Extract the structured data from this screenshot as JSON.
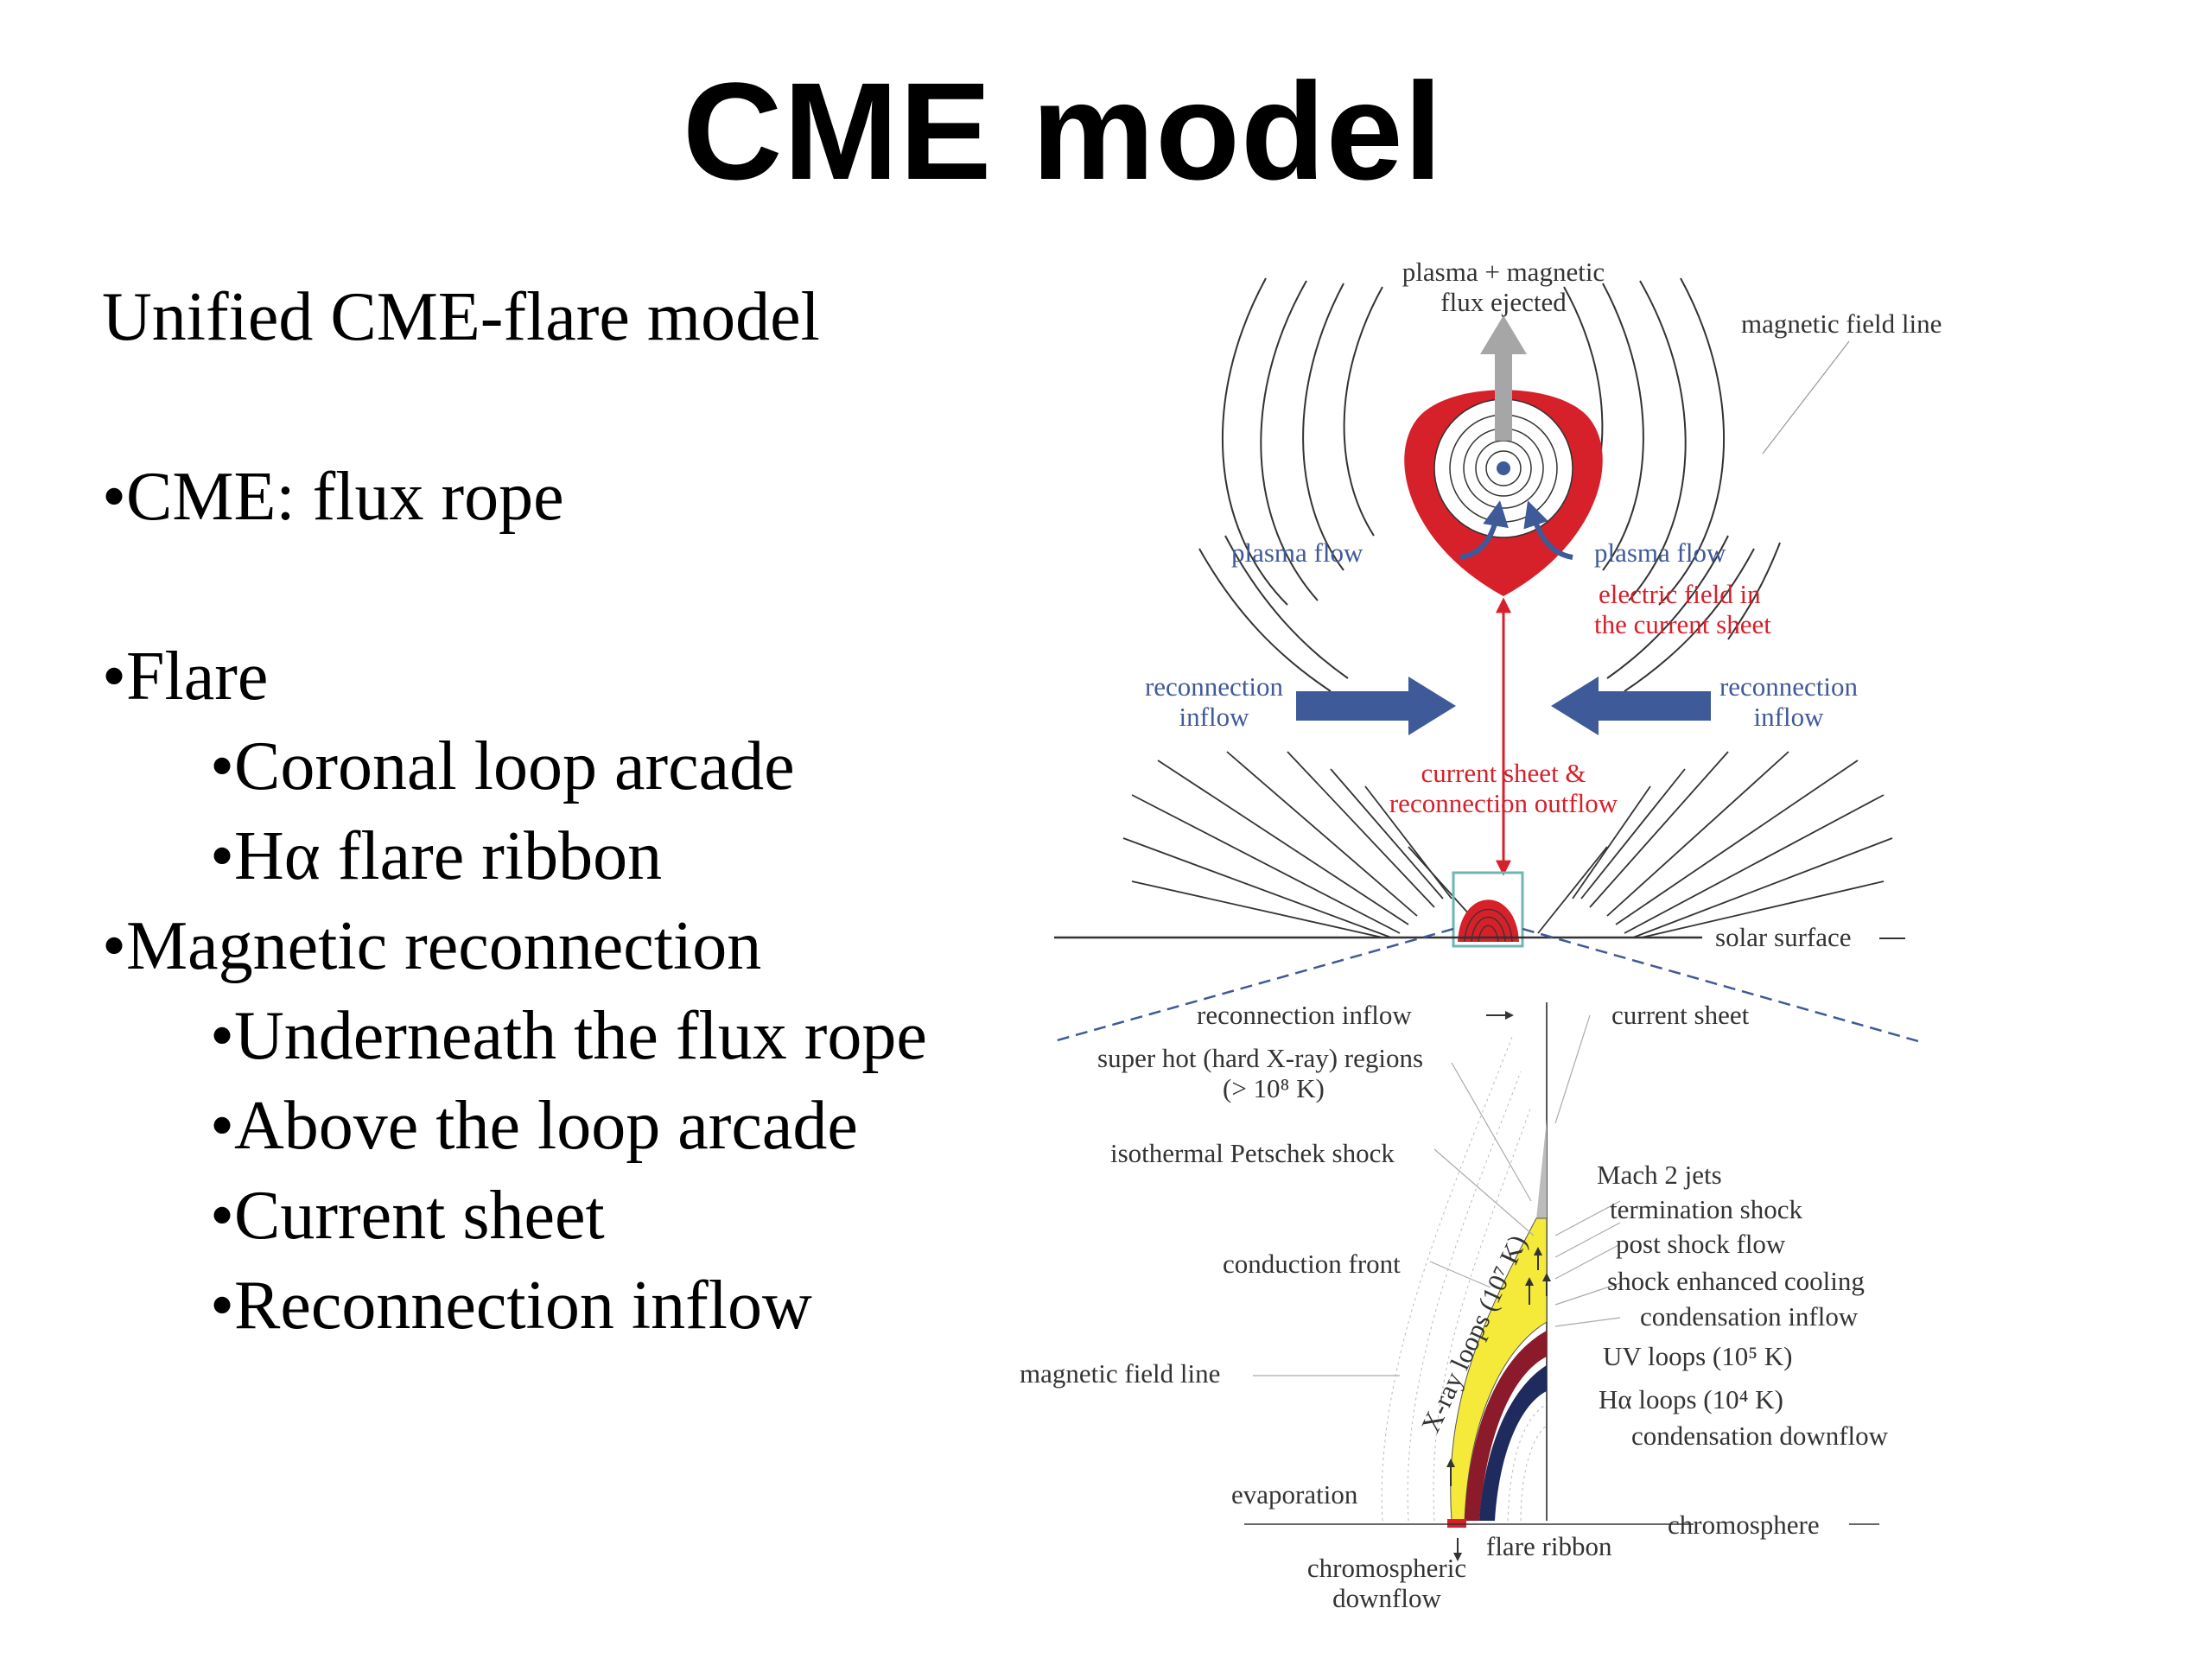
{
  "slide": {
    "title": "CME model",
    "bullets": [
      {
        "text": "Unified CME-flare model",
        "level": 0
      },
      {
        "text": "•CME: flux rope",
        "level": 0,
        "gap_before": true
      },
      {
        "text": "•Flare",
        "level": 0,
        "gap_before": true
      },
      {
        "text": "•Coronal loop arcade",
        "level": 1
      },
      {
        "text": "•Hα flare ribbon",
        "level": 1
      },
      {
        "text": "•Magnetic reconnection",
        "level": 0
      },
      {
        "text": "•Underneath the flux rope",
        "level": 1
      },
      {
        "text": "•Above the loop arcade",
        "level": 1
      },
      {
        "text": "•Current sheet",
        "level": 1
      },
      {
        "text": "•Reconnection inflow",
        "level": 1
      }
    ]
  },
  "diagram": {
    "colors": {
      "red": "#d6202a",
      "blue": "#3f5a99",
      "yellow": "#f5ea3a",
      "dark_red": "#8b1a2a",
      "navy": "#1f2a5e",
      "teal": "#6fb6b2",
      "grey_arrow": "#a6a6a6"
    },
    "top_labels": {
      "plasma_ejected_1": "plasma + magnetic",
      "plasma_ejected_2": "flux ejected",
      "magnetic_field_line": "magnetic field line",
      "plasma_flow_left": "plasma flow",
      "plasma_flow_right": "plasma flow",
      "electric_field_1": "electric field  in",
      "electric_field_2": "the current sheet",
      "reconnection_inflow_left_1": "reconnection",
      "reconnection_inflow_left_2": "inflow",
      "reconnection_inflow_right_1": "reconnection",
      "reconnection_inflow_right_2": "inflow",
      "current_sheet_1": "current sheet &",
      "current_sheet_2": "reconnection outflow",
      "solar_surface": "solar surface"
    },
    "bottom_labels": {
      "reconnection_inflow": "reconnection inflow",
      "current_sheet": "current sheet",
      "super_hot_1": "super hot (hard X-ray) regions",
      "super_hot_2": "(> 10⁸ K)",
      "petschek": "isothermal Petschek shock",
      "mach_jets": "Mach 2 jets",
      "termination_shock": "termination shock",
      "post_shock_flow": "post shock flow",
      "shock_cooling": "shock enhanced cooling",
      "condensation_inflow": "condensation inflow",
      "conduction_front": "conduction front",
      "uv_loops": "UV loops (10⁵ K)",
      "magnetic_field_line": "magnetic field line",
      "ha_loops": "Hα loops (10⁴ K)",
      "condensation_downflow": "condensation downflow",
      "xray_loops": "X-ray loops (10⁷ K)",
      "evaporation": "evaporation",
      "chromosphere": "chromosphere",
      "flare_ribbon": "flare ribbon",
      "chromo_downflow_1": "chromospheric",
      "chromo_downflow_2": "downflow"
    }
  }
}
